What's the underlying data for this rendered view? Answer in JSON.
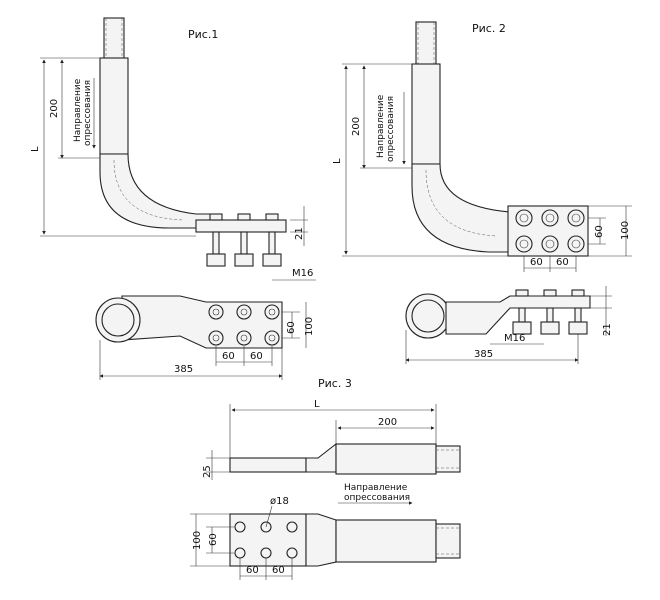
{
  "figures": {
    "fig1": {
      "title": "Рис.1",
      "dim_L": "L",
      "dim_200": "200",
      "direction_line1": "Направление",
      "direction_line2": "опрессования",
      "dim_21": "21",
      "bolt_label": "М16",
      "dim_60a": "60",
      "dim_60b": "60",
      "dim_60v": "60",
      "dim_100": "100",
      "dim_385": "385"
    },
    "fig2": {
      "title": "Рис. 2",
      "dim_L": "L",
      "dim_200": "200",
      "direction_line1": "Направление",
      "direction_line2": "опрессования",
      "dim_60v": "60",
      "dim_100": "100",
      "dim_60a": "60",
      "dim_60b": "60",
      "bolt_label": "М16",
      "dim_21": "21",
      "dim_385": "385"
    },
    "fig3": {
      "title": "Рис. 3",
      "dim_L": "L",
      "dim_200": "200",
      "dim_25": "25",
      "direction_line1": "Направление",
      "direction_line2": "опрессования",
      "hole_label": "ø18",
      "dim_100": "100",
      "dim_60v": "60",
      "dim_60a": "60",
      "dim_60b": "60"
    }
  }
}
